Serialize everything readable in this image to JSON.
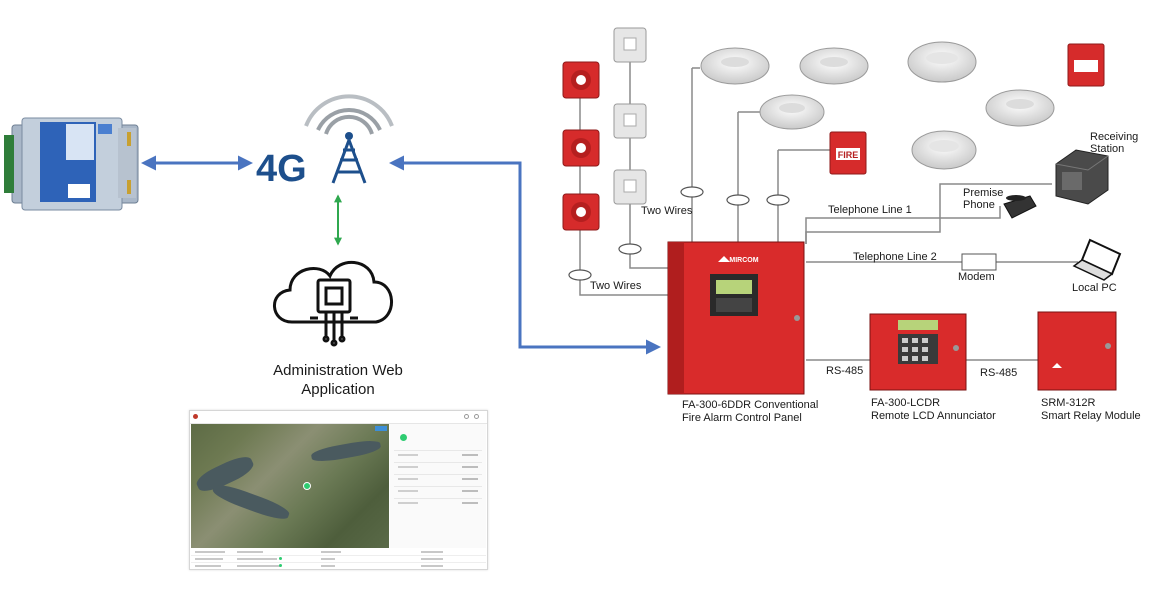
{
  "diagram": {
    "network": {
      "label_4g": "4G",
      "cloud_caption_line1": "Administration Web",
      "cloud_caption_line2": "Application"
    },
    "fire_system": {
      "two_wires_label": "Two Wires",
      "telephone_line_1": "Telephone Line 1",
      "telephone_line_2": "Telephone Line 2",
      "premise_phone_line1": "Premise",
      "premise_phone_line2": "Phone",
      "receiving_station_line1": "Receiving",
      "receiving_station_line2": "Station",
      "modem": "Modem",
      "local_pc": "Local PC",
      "rs485": "RS-485",
      "pull_station_label": "FIRE",
      "brand": "MIRCOM",
      "control_panel_line1": "FA-300-6DDR Conventional",
      "control_panel_line2": "Fire Alarm Control Panel",
      "annunciator_line1": "FA-300-LCDR",
      "annunciator_line2": "Remote LCD Annunciator",
      "relay_line1": "SRM-312R",
      "relay_line2": "Smart Relay Module"
    },
    "colors": {
      "link_blue": "#4a74c0",
      "link_green": "#2fa84f",
      "panel_red": "#d92b2b",
      "wire": "#8a8a8a",
      "text": "#1a1a1a"
    },
    "icons": [
      "gateway-device-icon",
      "4g-tower-icon",
      "cloud-chip-icon",
      "strobe-icon",
      "smoke-detector-icon",
      "pull-station-icon",
      "phone-icon",
      "server-icon",
      "laptop-icon"
    ]
  }
}
